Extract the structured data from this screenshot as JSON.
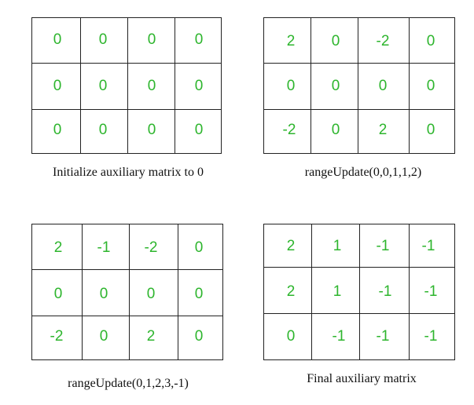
{
  "panels": [
    {
      "caption": "Initialize  auxiliary  matrix  to 0",
      "rows": [
        [
          "0",
          "0",
          "0",
          "0"
        ],
        [
          "0",
          "0",
          "0",
          "0"
        ],
        [
          "0",
          "0",
          "0",
          "0"
        ]
      ]
    },
    {
      "caption": "rangeUpdate(0,0,1,1,2)",
      "rows": [
        [
          "2",
          "0",
          "-2",
          "0"
        ],
        [
          "0",
          "0",
          "0",
          "0"
        ],
        [
          "-2",
          "0",
          "2",
          "0"
        ]
      ]
    },
    {
      "caption": "rangeUpdate(0,1,2,3,-1)",
      "rows": [
        [
          "2",
          "-1",
          "-2",
          "0"
        ],
        [
          "0",
          "0",
          "0",
          "0"
        ],
        [
          "-2",
          "0",
          "2",
          "0"
        ]
      ]
    },
    {
      "caption": "Final auxiliary  matrix",
      "rows": [
        [
          "2",
          "1",
          "-1",
          "-1"
        ],
        [
          "2",
          "1",
          "-1",
          "-1"
        ],
        [
          "0",
          "-1",
          "-1",
          "-1"
        ]
      ]
    }
  ],
  "colors": {
    "cell_text": "#2db52d",
    "grid_line": "#222222",
    "caption_text": "#111111"
  }
}
